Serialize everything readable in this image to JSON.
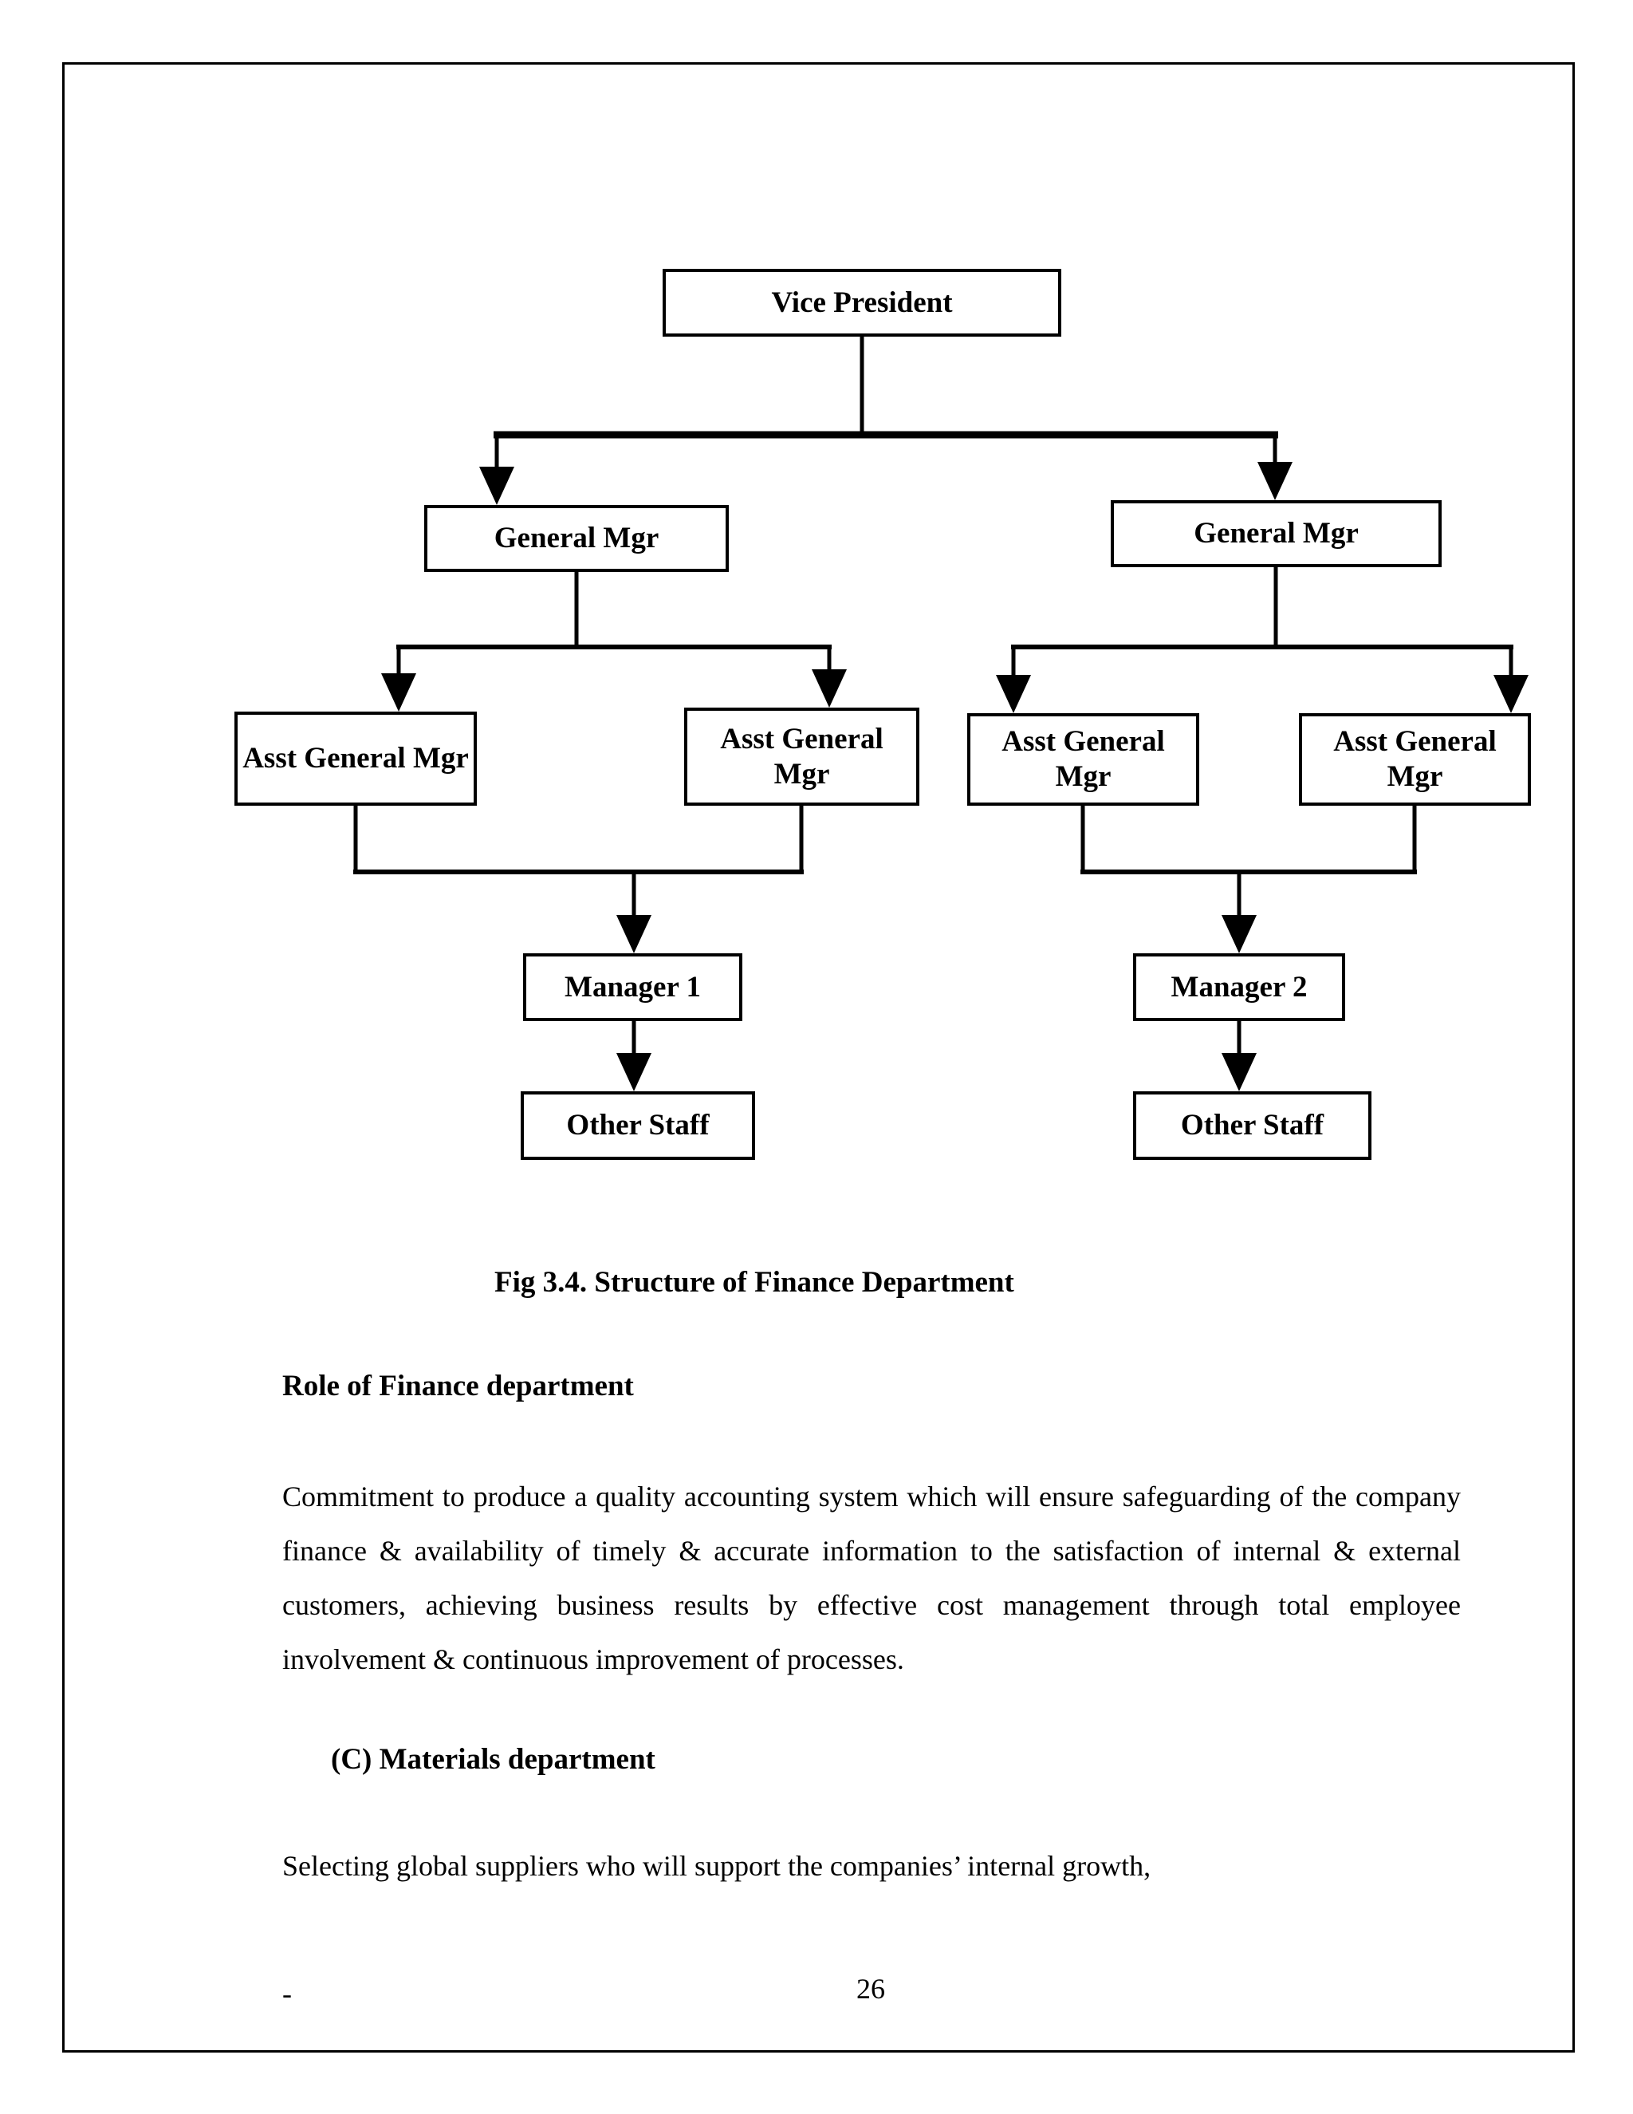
{
  "org_chart": {
    "nodes": {
      "vp": {
        "label": "Vice President"
      },
      "gm_left": {
        "label": "General Mgr"
      },
      "gm_right": {
        "label": "General Mgr"
      },
      "agm_ll": {
        "label": "Asst General Mgr"
      },
      "agm_lr": {
        "label": "Asst General Mgr"
      },
      "agm_rl": {
        "label": "Asst General Mgr"
      },
      "agm_rr": {
        "label": "Asst General Mgr"
      },
      "mgr1": {
        "label": "Manager 1"
      },
      "mgr2": {
        "label": "Manager 2"
      },
      "staff_left": {
        "label": "Other Staff"
      },
      "staff_right": {
        "label": "Other Staff"
      }
    },
    "edges": [
      {
        "from": "vp",
        "to": "gm_left"
      },
      {
        "from": "vp",
        "to": "gm_right"
      },
      {
        "from": "gm_left",
        "to": "agm_ll"
      },
      {
        "from": "gm_left",
        "to": "agm_lr"
      },
      {
        "from": "gm_right",
        "to": "agm_rl"
      },
      {
        "from": "gm_right",
        "to": "agm_rr"
      },
      {
        "from": [
          "agm_ll",
          "agm_lr"
        ],
        "to": "mgr1"
      },
      {
        "from": [
          "agm_rl",
          "agm_rr"
        ],
        "to": "mgr2"
      },
      {
        "from": "mgr1",
        "to": "staff_left"
      },
      {
        "from": "mgr2",
        "to": "staff_right"
      }
    ]
  },
  "figure": {
    "caption": "Fig 3.4. Structure of Finance Department"
  },
  "sections": {
    "role_heading": "Role of Finance department",
    "role_paragraph": "Commitment to produce a quality accounting system which will ensure safeguarding of the company finance & availability of timely & accurate information to the satisfaction of internal & external customers, achieving business results by effective cost management through total employee involvement & continuous improvement of processes.",
    "materials_heading": "(C) Materials department",
    "materials_line": "Selecting global suppliers who will support the companies’ internal growth,"
  },
  "footer": {
    "dash": "-",
    "page_number": "26"
  },
  "colors": {
    "ink": "#000000",
    "paper": "#ffffff"
  }
}
